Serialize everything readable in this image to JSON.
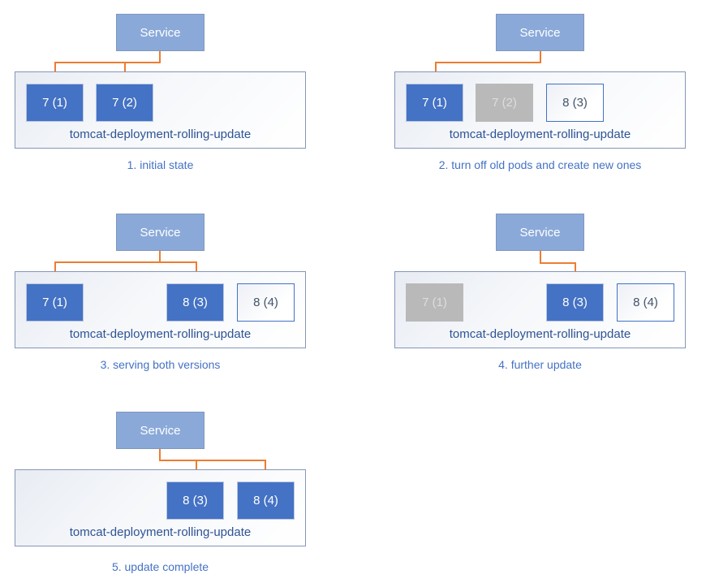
{
  "service_label": "Service",
  "deployment_name": "tomcat-deployment-rolling-update",
  "colors": {
    "pod_active_fill": "#4472c4",
    "pod_inactive_fill": "#b9b9b9",
    "pod_pending_border": "#4472c4",
    "pod_pending_text": "#44546a",
    "service_fill": "#8aa9d9",
    "connector_orange": "#ed7d31",
    "deployment_label_text": "#2e5395",
    "caption_text": "#4472c4",
    "container_border": "#8496b8"
  },
  "panels": [
    {
      "caption": "1. initial state",
      "service_routes_to": [
        "7 (1)",
        "7 (2)"
      ],
      "pods": [
        {
          "label": "7 (1)",
          "state": "active"
        },
        {
          "label": "7 (2)",
          "state": "active"
        }
      ]
    },
    {
      "caption": "2. turn off old pods and create new ones",
      "service_routes_to": [
        "7 (1)"
      ],
      "pods": [
        {
          "label": "7 (1)",
          "state": "active"
        },
        {
          "label": "7 (2)",
          "state": "inactive"
        },
        {
          "label": "8 (3)",
          "state": "pending"
        }
      ]
    },
    {
      "caption": "3. serving both versions",
      "service_routes_to": [
        "7 (1)",
        "8 (3)"
      ],
      "pods": [
        {
          "label": "7 (1)",
          "state": "active"
        },
        {
          "label": "8 (3)",
          "state": "active"
        },
        {
          "label": "8 (4)",
          "state": "pending"
        }
      ]
    },
    {
      "caption": "4. further update",
      "service_routes_to": [
        "8 (3)"
      ],
      "pods": [
        {
          "label": "7 (1)",
          "state": "inactive"
        },
        {
          "label": "8 (3)",
          "state": "active"
        },
        {
          "label": "8 (4)",
          "state": "pending"
        }
      ]
    },
    {
      "caption": "5. update complete",
      "service_routes_to": [
        "8 (3)",
        "8 (4)"
      ],
      "pods": [
        {
          "label": "8 (3)",
          "state": "active"
        },
        {
          "label": "8 (4)",
          "state": "active"
        }
      ]
    }
  ]
}
